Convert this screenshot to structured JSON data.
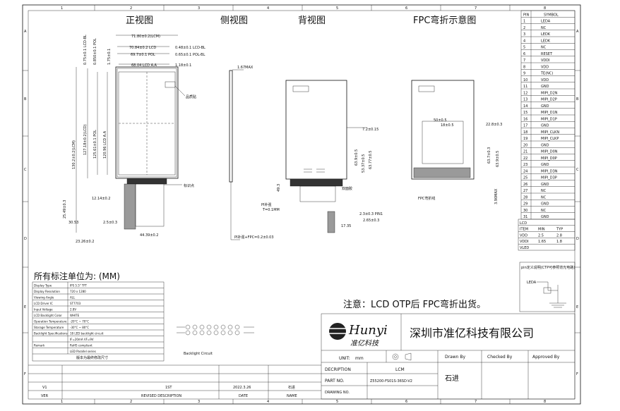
{
  "frame": {
    "columns": [
      "1",
      "2",
      "3",
      "4",
      "5",
      "6",
      "7",
      "8"
    ],
    "rows": [
      "A",
      "B",
      "C",
      "D",
      "E",
      "F"
    ]
  },
  "views": {
    "front": "正视图",
    "side": "侧视图",
    "back": "背视图",
    "fpc": "FPC弯折示意图"
  },
  "front_dims": {
    "outline_w": "71.80±0.2(LCM)",
    "lcd_w": "70.84±0.2 LCD",
    "bl_w": "0.48±0.1 LCD-BL",
    "pol_w": "69.7±0.1 POL",
    "pol_bl": "0.65±0.1 POL-BL",
    "aa_w": "68.04 LCD A.A",
    "aa_off": "1.18±0.1",
    "v1": "0.75±0.1 LCD-BL",
    "v2": "0.850±0.1 POL",
    "v3": "1.75±0.1",
    "h_total": "130.2±0.2(LCM)",
    "h_lcd": "127.18±0.2(LCD)",
    "h_pol": "125.61±0.1 POL",
    "h_aa": "120.96 LCD A.A",
    "h_fpc": "25.49±0.3",
    "bottom1": "30.53",
    "bottom2": "23.26±0.2",
    "pin": "2.5±0.3",
    "fpc_w": "44.39±0.2",
    "pitch": "12.14±0.2",
    "marker": "品质贴",
    "note_dot": "标识点"
  },
  "side": {
    "thick": "1.67MAX",
    "fpc_thick": "PI补强+FPC=0.2±0.03"
  },
  "back": {
    "d1": "7.2±0.15",
    "d2": "63.9±0.5",
    "d3": "53.37±0.5",
    "d4": "63.77±0.5",
    "d5": "49.3",
    "tape": "双面胶",
    "stiff": "PI补强",
    "stiff_t": "T=0.1MM",
    "pin_label": "2.3±0.3 PIN1",
    "p2": "2.65±0.3",
    "p3": "17.35"
  },
  "fpc_view": {
    "d1": "50±0.5",
    "d2": "18±0.5",
    "d3": "22.8±0.3",
    "d4": "63.7±0.3",
    "d5": "63.9±0.5",
    "d6": "3.90MAX",
    "fold": "FPC弯折线"
  },
  "pin_table": {
    "header": [
      "PIN",
      "SYMBOL"
    ],
    "rows": [
      [
        "1",
        "LEDA"
      ],
      [
        "2",
        "NC"
      ],
      [
        "3",
        "LEDK"
      ],
      [
        "4",
        "LEDK"
      ],
      [
        "5",
        "NC"
      ],
      [
        "6",
        "RESET"
      ],
      [
        "7",
        "VDDI"
      ],
      [
        "8",
        "VDD"
      ],
      [
        "9",
        "TE(NC)"
      ],
      [
        "10",
        "VDD"
      ],
      [
        "11",
        "GND"
      ],
      [
        "12",
        "MIPI_D2N"
      ],
      [
        "13",
        "MIPI_D2P"
      ],
      [
        "14",
        "GND"
      ],
      [
        "15",
        "MIPI_D1N"
      ],
      [
        "16",
        "MIPI_D1P"
      ],
      [
        "17",
        "GND"
      ],
      [
        "18",
        "MIPI_CLKN"
      ],
      [
        "19",
        "MIPI_CLKP"
      ],
      [
        "20",
        "GND"
      ],
      [
        "21",
        "MIPI_D0N"
      ],
      [
        "22",
        "MIPI_D0P"
      ],
      [
        "23",
        "GND"
      ],
      [
        "24",
        "MIPI_D3N"
      ],
      [
        "25",
        "MIPI_D3P"
      ],
      [
        "26",
        "GND"
      ],
      [
        "27",
        "NC"
      ],
      [
        "28",
        "NC"
      ],
      [
        "29",
        "GND"
      ],
      [
        "30",
        "NC"
      ],
      [
        "31",
        "GND"
      ]
    ]
  },
  "small_table": {
    "rows": [
      [
        "LCD",
        "",
        ""
      ],
      [
        "ITEM",
        "MIN",
        "TYP"
      ],
      [
        "VDD",
        "2.5",
        "2.8"
      ],
      [
        "VDDI",
        "1.65",
        "1.8"
      ],
      [
        "VLED",
        "",
        ""
      ]
    ]
  },
  "circuit": {
    "title": "pin定义说明(CTP可参照背光电路)",
    "label": "LEDA"
  },
  "spec": {
    "unit_note": "所有标注单位为: (MM)",
    "rows": [
      [
        "Display Type",
        "IPS 5.5\" TFT"
      ],
      [
        "Display Resolution",
        "720 x 1280"
      ],
      [
        "Viewing Angle",
        "ALL"
      ],
      [
        "LCD Driver IC",
        "ST7703"
      ],
      [
        "Input Voltage",
        "2.8V"
      ],
      [
        "LCD Backlight Color",
        "WHITE"
      ],
      [
        "Operation Temperature",
        "-20°C ~ 70°C"
      ],
      [
        "Storage Temperature",
        "-30°C ~ 80°C"
      ],
      [
        "Backlight Specifications",
        "18 LED backlight circuit"
      ],
      [
        "",
        "IF=20mA VF=9V"
      ],
      [
        "Remark",
        "RoHS compliant"
      ],
      [
        "",
        "LED Parallel series"
      ]
    ],
    "footer": "版本为最终修改尺寸"
  },
  "notice": "注意：LCD OTP后 FPC弯折出货。",
  "title_block": {
    "logo": "Hunyi",
    "logo_cn": "准亿科技",
    "company": "深圳市准亿科技有限公司",
    "unit_label": "UNIT:",
    "unit": "mm",
    "drawn_by": "Drawn By",
    "checked_by": "Checked By",
    "approved_by": "Approved By",
    "drawer": "石进",
    "desc_label": "DECRIPTION",
    "desc": "LCM",
    "part_label": "PART NO.",
    "part": "Z55200-FS01S-36SD-V2",
    "drawing_label": "DRAWING NO."
  },
  "revision": {
    "ver": "V1",
    "desc": "1ST",
    "date": "2022.3.26",
    "name": "石进",
    "head_ver": "VER",
    "head_desc": "REVISED DESCRIPTION",
    "head_date": "DATE",
    "head_name": "NAME"
  },
  "led_circuit": {
    "label": "Backlight Circuit"
  }
}
